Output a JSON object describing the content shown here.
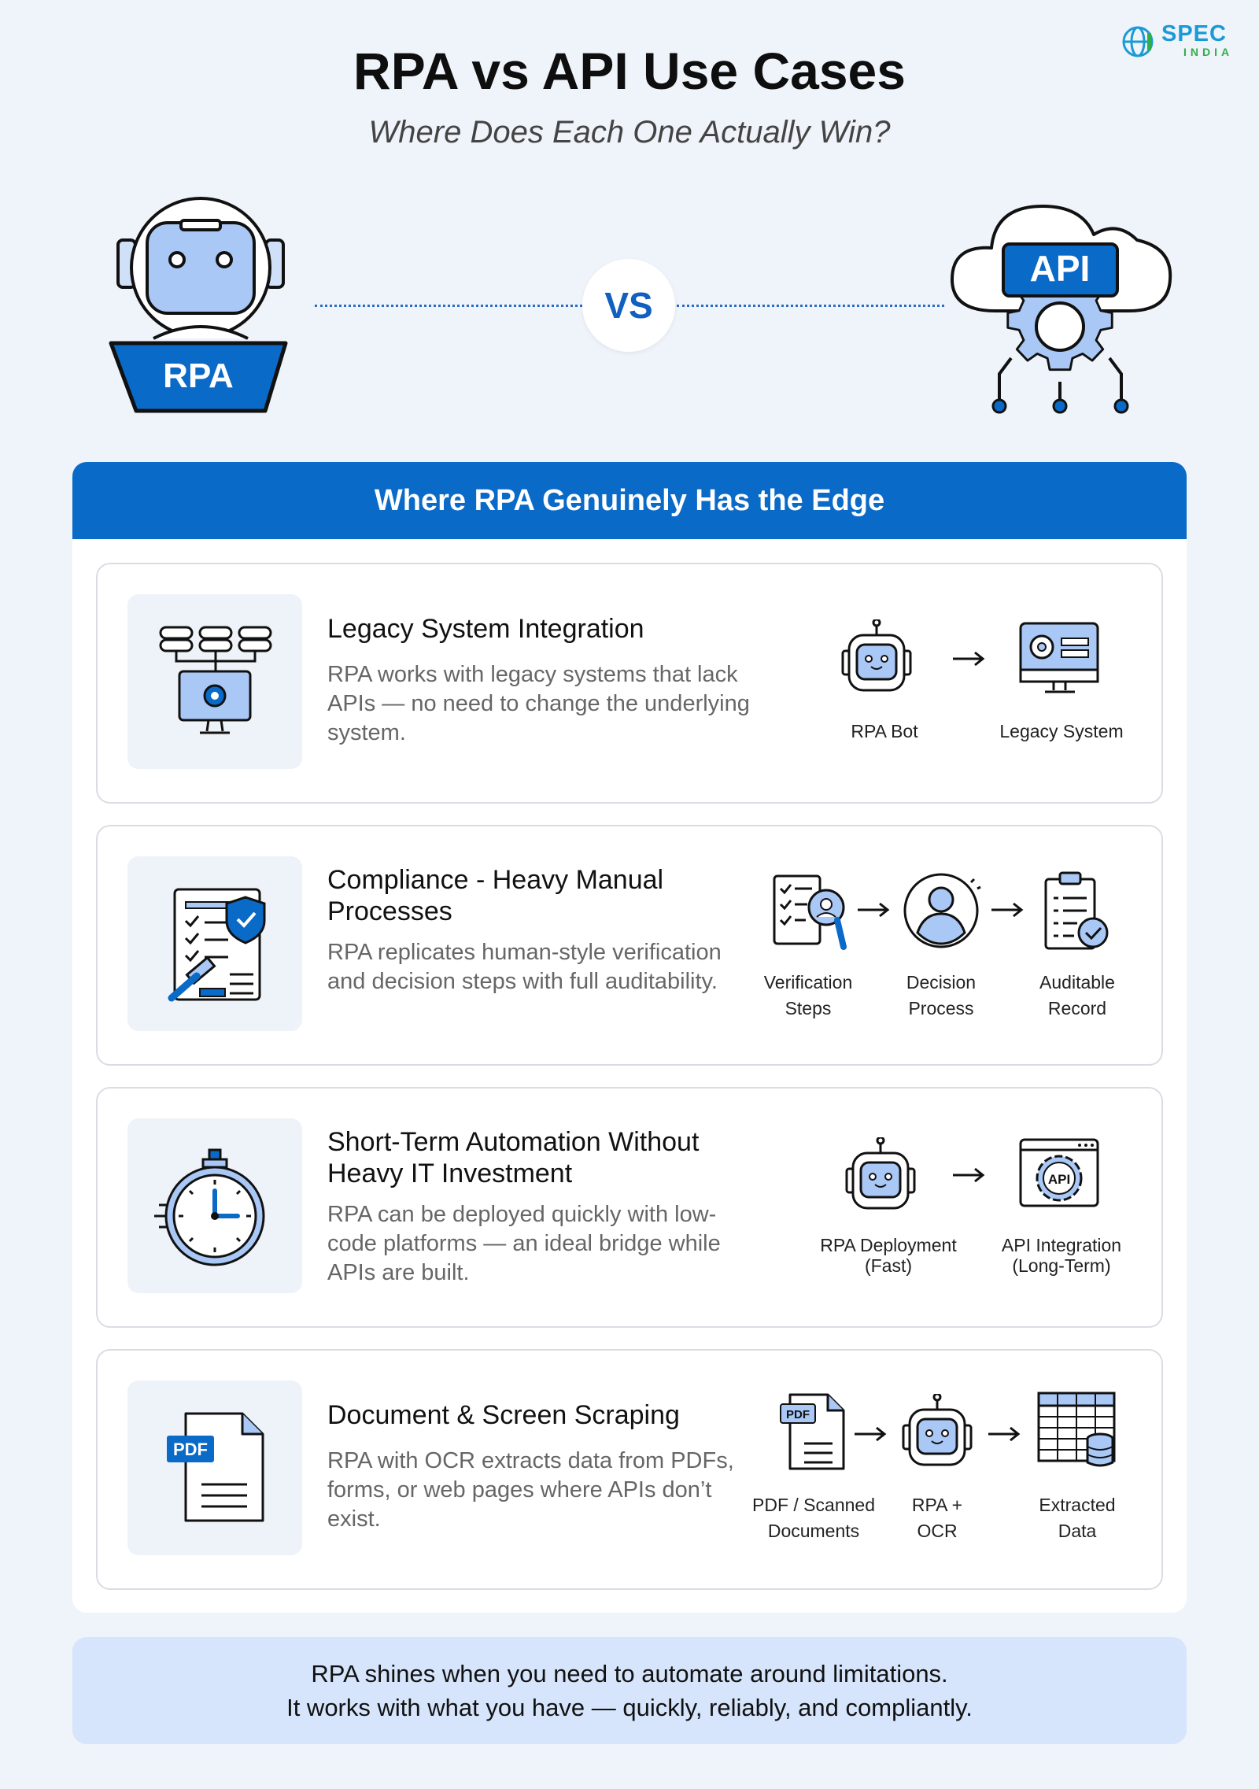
{
  "logo": {
    "brand": "SPEC",
    "sub": "INDIA"
  },
  "header": {
    "title": "RPA vs API Use Cases",
    "subtitle": "Where Does Each One Actually Win?"
  },
  "hero": {
    "left_label": "RPA",
    "vs": "VS",
    "right_label": "API"
  },
  "section": {
    "title": "Where RPA Genuinely Has the Edge"
  },
  "cards": [
    {
      "title": "Legacy System Integration",
      "description": "RPA works with legacy systems that lack APIs — no need to change the underlying system.",
      "icon": "legacy-servers-monitor-icon",
      "flow": [
        "RPA Bot",
        "Legacy System"
      ]
    },
    {
      "title": "Compliance - Heavy Manual Processes",
      "description": "RPA replicates human-style verification and decision steps with full auditability.",
      "icon": "compliance-document-shield-icon",
      "flow": [
        "Verification Steps",
        "Decision Process",
        "Auditable Record"
      ]
    },
    {
      "title": "Short-Term Automation Without Heavy IT Investment",
      "description": "RPA can be deployed quickly with low-code platforms — an ideal bridge while APIs are built.",
      "icon": "stopwatch-icon",
      "flow": [
        "RPA Deployment (Fast)",
        "API Integration (Long-Term)"
      ],
      "flow_api_badge": "API"
    },
    {
      "title": "Document & Screen Scraping",
      "description": "RPA with OCR extracts data from PDFs, forms, or web pages where APIs don’t exist.",
      "icon": "pdf-document-icon",
      "icon_badge": "PDF",
      "flow": [
        "PDF / Scanned Documents",
        "RPA + OCR",
        "Extracted Data"
      ]
    }
  ],
  "footer": {
    "line1": "RPA shines when you need to automate around limitations.",
    "line2": "It works with what you have — quickly, reliably, and compliantly."
  },
  "colors": {
    "primary": "#0a6ac7",
    "icon_fill": "#a9c8f5",
    "background": "#eff3fa"
  }
}
